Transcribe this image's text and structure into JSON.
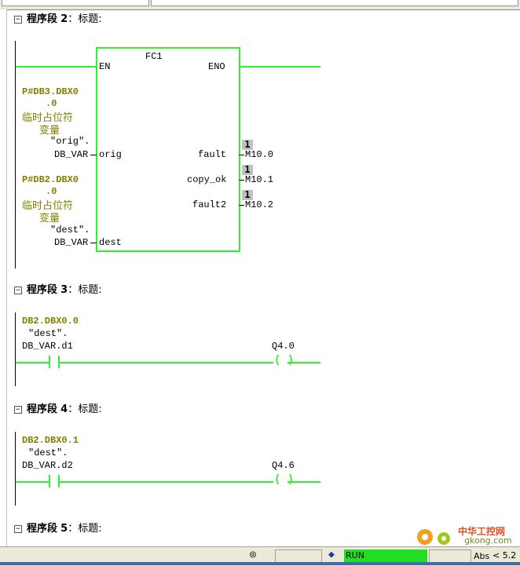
{
  "networks": [
    {
      "prefix": "程序段",
      "num": "2",
      "sep": "：",
      "title": "标题:"
    },
    {
      "prefix": "程序段",
      "num": "3",
      "sep": "：",
      "title": "标题:"
    },
    {
      "prefix": "程序段",
      "num": "4",
      "sep": "：",
      "title": "标题:"
    },
    {
      "prefix": "程序段",
      "num": "5",
      "sep": "：",
      "title": "标题:"
    }
  ],
  "fc": {
    "name": "FC1",
    "en": "EN",
    "eno": "ENO",
    "in_pins": [
      "orig",
      "dest"
    ],
    "out_pins": [
      "fault",
      "copy_ok",
      "fault2"
    ],
    "out_ops": [
      "M10.0",
      "M10.1",
      "M10.2"
    ],
    "out_badges": [
      "1",
      "1",
      "1"
    ],
    "orig_param": {
      "addr1": "P#DB3.DBX0",
      "addr2": ".0",
      "tmp1": "临时占位符",
      "tmp2": "变量",
      "sym": "\"orig\".",
      "var": "DB_VAR"
    },
    "dest_param": {
      "addr1": "P#DB2.DBX0",
      "addr2": ".0",
      "tmp1": "临时占位符",
      "tmp2": "变量",
      "sym": "\"dest\".",
      "var": "DB_VAR"
    }
  },
  "net3": {
    "addr": "DB2.DBX0.0",
    "sym": "\"dest\".",
    "var": "DB_VAR.d1",
    "coil": "Q4.0"
  },
  "net4": {
    "addr": "DB2.DBX0.1",
    "sym": "\"dest\".",
    "var": "DB_VAR.d2",
    "coil": "Q4.6"
  },
  "statusbar": {
    "run": "RUN",
    "abs": "Abs",
    "pos": "< 5.2"
  },
  "watermark": {
    "cn": "中华工控网",
    "url": "gkong.com"
  },
  "colors": {
    "green": "#33ee33",
    "olive": "#808000"
  }
}
